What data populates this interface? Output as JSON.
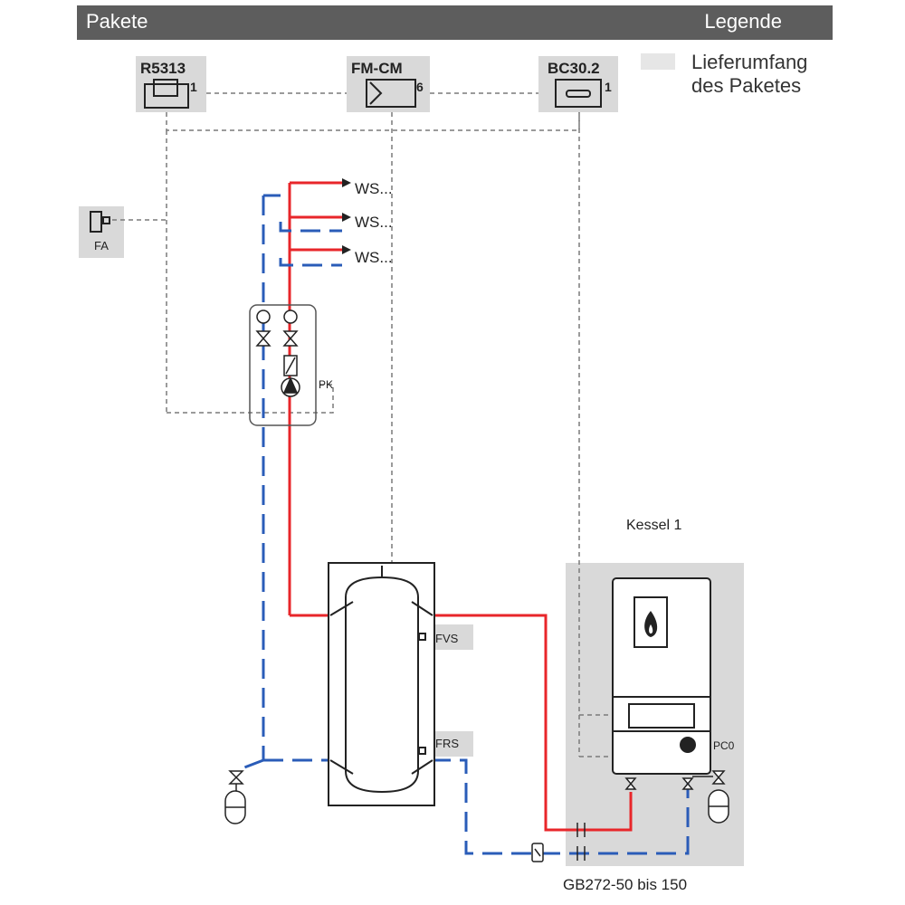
{
  "header": {
    "left_title": "Pakete",
    "right_title": "Legende"
  },
  "legend": {
    "line1": "Lieferumfang",
    "line2": "des Paketes",
    "swatch_color": "#e6e6e6"
  },
  "modules": {
    "r5313": {
      "label": "R5313",
      "count": "1"
    },
    "fmcm": {
      "label": "FM-CM",
      "count": "6"
    },
    "bc302": {
      "label": "BC30.2",
      "count": "1"
    }
  },
  "sensors": {
    "fa": "FA",
    "pk": "PK",
    "fvs": "FVS",
    "frs": "FRS",
    "pc0": "PC0"
  },
  "outlets": [
    "WS...",
    "WS...",
    "WS..."
  ],
  "boiler": {
    "title": "Kessel 1",
    "model": "GB272-50 bis 150"
  },
  "colors": {
    "supply": "#e8262a",
    "return": "#2a5cb8",
    "control": "#7a7a7a",
    "package_bg": "#d9d9d9",
    "header_bg": "#5d5d5d"
  }
}
